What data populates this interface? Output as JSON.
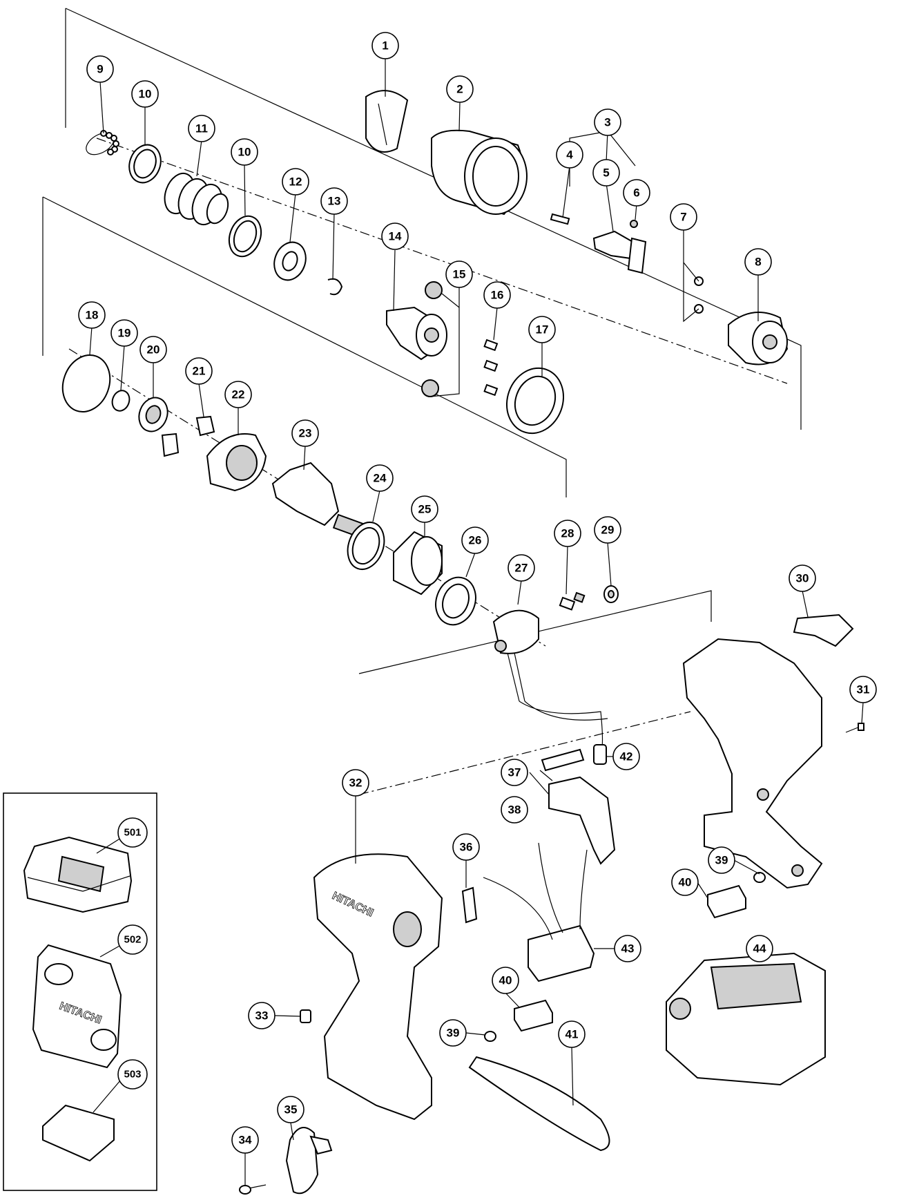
{
  "brand_text": "HITACHI",
  "callouts": [
    {
      "id": "c1",
      "label": "1"
    },
    {
      "id": "c2",
      "label": "2"
    },
    {
      "id": "c3",
      "label": "3"
    },
    {
      "id": "c4",
      "label": "4"
    },
    {
      "id": "c5",
      "label": "5"
    },
    {
      "id": "c6",
      "label": "6"
    },
    {
      "id": "c7",
      "label": "7"
    },
    {
      "id": "c8",
      "label": "8"
    },
    {
      "id": "c9",
      "label": "9"
    },
    {
      "id": "c10a",
      "label": "10"
    },
    {
      "id": "c10b",
      "label": "10"
    },
    {
      "id": "c11",
      "label": "11"
    },
    {
      "id": "c12",
      "label": "12"
    },
    {
      "id": "c13",
      "label": "13"
    },
    {
      "id": "c14",
      "label": "14"
    },
    {
      "id": "c15",
      "label": "15"
    },
    {
      "id": "c16",
      "label": "16"
    },
    {
      "id": "c17",
      "label": "17"
    },
    {
      "id": "c18",
      "label": "18"
    },
    {
      "id": "c19",
      "label": "19"
    },
    {
      "id": "c20",
      "label": "20"
    },
    {
      "id": "c21",
      "label": "21"
    },
    {
      "id": "c22",
      "label": "22"
    },
    {
      "id": "c23",
      "label": "23"
    },
    {
      "id": "c24",
      "label": "24"
    },
    {
      "id": "c25",
      "label": "25"
    },
    {
      "id": "c26",
      "label": "26"
    },
    {
      "id": "c27",
      "label": "27"
    },
    {
      "id": "c28",
      "label": "28"
    },
    {
      "id": "c29",
      "label": "29"
    },
    {
      "id": "c30",
      "label": "30"
    },
    {
      "id": "c31",
      "label": "31"
    },
    {
      "id": "c32",
      "label": "32"
    },
    {
      "id": "c33",
      "label": "33"
    },
    {
      "id": "c34",
      "label": "34"
    },
    {
      "id": "c35",
      "label": "35"
    },
    {
      "id": "c36",
      "label": "36"
    },
    {
      "id": "c37",
      "label": "37"
    },
    {
      "id": "c38",
      "label": "38"
    },
    {
      "id": "c39a",
      "label": "39"
    },
    {
      "id": "c39b",
      "label": "39"
    },
    {
      "id": "c40a",
      "label": "40"
    },
    {
      "id": "c40b",
      "label": "40"
    },
    {
      "id": "c41",
      "label": "41"
    },
    {
      "id": "c42",
      "label": "42"
    },
    {
      "id": "c43",
      "label": "43"
    },
    {
      "id": "c44",
      "label": "44"
    },
    {
      "id": "c501",
      "label": "501"
    },
    {
      "id": "c502",
      "label": "502"
    },
    {
      "id": "c503",
      "label": "503"
    }
  ]
}
